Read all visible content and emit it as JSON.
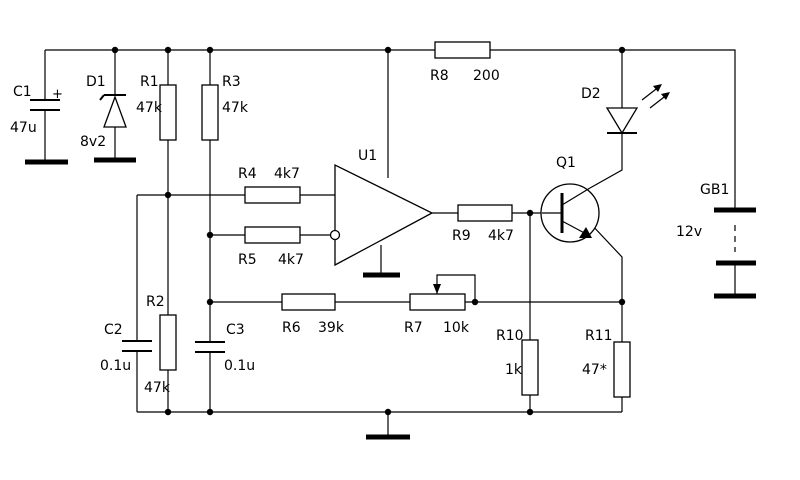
{
  "components": {
    "c1": {
      "ref": "C1",
      "value": "47u",
      "polarity": "+"
    },
    "d1": {
      "ref": "D1",
      "value": "8v2"
    },
    "r1": {
      "ref": "R1",
      "value": "47k"
    },
    "r2": {
      "ref": "R2",
      "value": "47k"
    },
    "r3": {
      "ref": "R3",
      "value": "47k"
    },
    "r4": {
      "ref": "R4",
      "value": "4k7"
    },
    "r5": {
      "ref": "R5",
      "value": "4k7"
    },
    "r6": {
      "ref": "R6",
      "value": "39k"
    },
    "r7": {
      "ref": "R7",
      "value": "10k"
    },
    "r8": {
      "ref": "R8",
      "value": "200"
    },
    "r9": {
      "ref": "R9",
      "value": "4k7"
    },
    "r10": {
      "ref": "R10",
      "value": "1k"
    },
    "r11": {
      "ref": "R11",
      "value": "47*"
    },
    "c2": {
      "ref": "C2",
      "value": "0.1u"
    },
    "c3": {
      "ref": "C3",
      "value": "0.1u"
    },
    "u1": {
      "ref": "U1"
    },
    "q1": {
      "ref": "Q1"
    },
    "d2": {
      "ref": "D2"
    },
    "gb1": {
      "ref": "GB1",
      "value": "12v"
    }
  }
}
